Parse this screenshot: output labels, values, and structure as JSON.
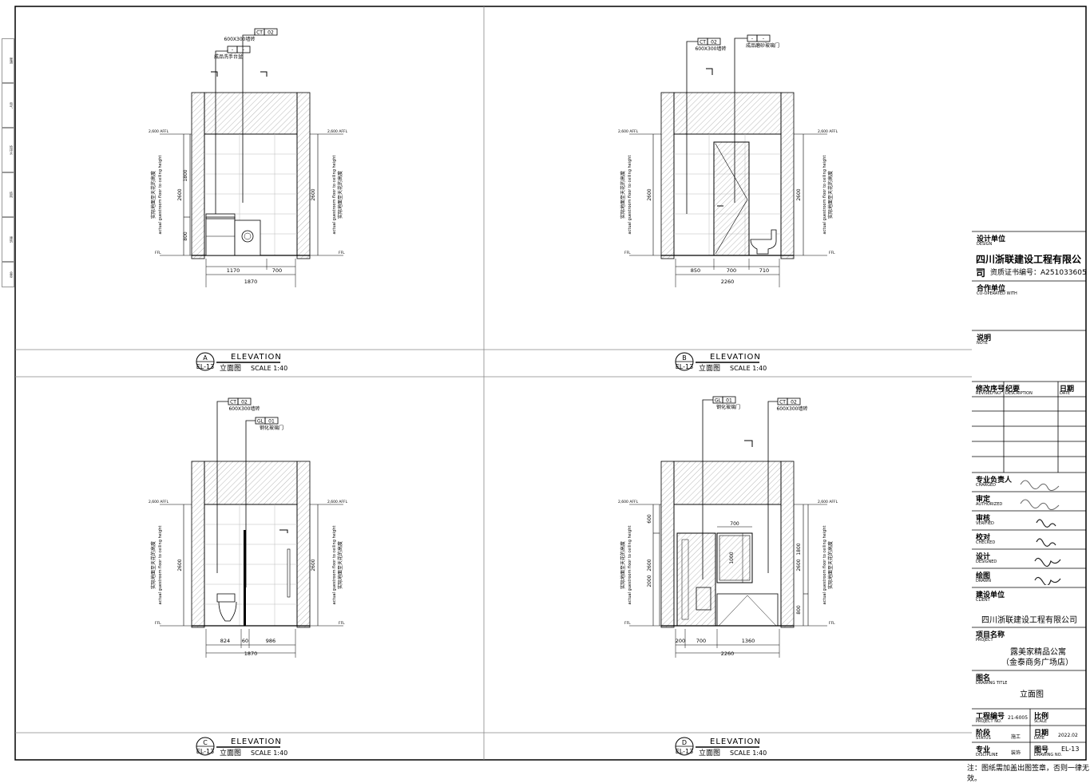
{
  "views": [
    {
      "id": "A",
      "code": "EL-13",
      "title_en": "ELEVATION",
      "title_cn": "立面图",
      "scale": "SCALE 1:40",
      "tags": [
        {
          "code": "CT",
          "num": "02",
          "note": "600X300墙砖"
        },
        {
          "code": "-",
          "num": "-",
          "note": "成品洗手台盆"
        }
      ],
      "level_left": "2,600 AFFL",
      "level_right": "2,600 AFFL",
      "ffl": "FFL",
      "height_text_cn": "实际地面至天花的高度",
      "height_text_en": "actual guestroom floor to ceiling height",
      "dims_h": [
        "1170",
        "700"
      ],
      "dim_total": "1870",
      "dims_v_left": [
        "1800",
        "800"
      ],
      "dim_v_total": "2600",
      "dim_v_right": "2600"
    },
    {
      "id": "B",
      "code": "EL-13",
      "title_en": "ELEVATION",
      "title_cn": "立面图",
      "scale": "SCALE 1:40",
      "tags": [
        {
          "code": "CT",
          "num": "02",
          "note": "600X300墙砖"
        },
        {
          "code": "-",
          "num": "-",
          "note": "成品磨砂玻璃门"
        }
      ],
      "level_left": "2,600 AFFL",
      "level_right": "2,600 AFFL",
      "ffl": "FFL",
      "height_text_cn": "实际地面至天花的高度",
      "height_text_en": "actual guestroom floor to ceiling height",
      "dims_h": [
        "850",
        "700",
        "710"
      ],
      "dim_total": "2260",
      "dim_v_total": "2600",
      "dim_v_right": "2600"
    },
    {
      "id": "C",
      "code": "EL-13",
      "title_en": "ELEVATION",
      "title_cn": "立面图",
      "scale": "SCALE 1:40",
      "tags": [
        {
          "code": "CT",
          "num": "02",
          "note": "600X300墙砖"
        },
        {
          "code": "GL",
          "num": "01",
          "note": "钢化玻璃门"
        }
      ],
      "level_left": "2,600 AFFL",
      "level_right": "2,600 AFFL",
      "ffl": "FFL",
      "height_text_cn": "实际地面至天花的高度",
      "height_text_en": "actual guestroom floor to ceiling height",
      "dims_h": [
        "824",
        "60",
        "986"
      ],
      "dim_total": "1870",
      "dim_v_total": "2600",
      "dim_v_right": "2600"
    },
    {
      "id": "D",
      "code": "EL-13",
      "title_en": "ELEVATION",
      "title_cn": "立面图",
      "scale": "SCALE 1:40",
      "tags": [
        {
          "code": "GL",
          "num": "01",
          "note": "钢化玻璃门"
        },
        {
          "code": "CT",
          "num": "02",
          "note": "600X300墙砖"
        }
      ],
      "level_left": "2,600 AFFL",
      "level_right": "2,600 AFFL",
      "ffl": "FFL",
      "height_text_cn": "实际地面至天花的高度",
      "height_text_en": "actual guestroom floor to ceiling height",
      "dims_h": [
        "200",
        "700",
        "1360"
      ],
      "dim_total": "2260",
      "dims_v_left": [
        "600",
        "2000"
      ],
      "dim_v_total": "2600",
      "dims_v_right": [
        "1800",
        "800"
      ],
      "dim_v_right": "2600",
      "mirror_w": "700",
      "mirror_h": "1000"
    }
  ],
  "title_block": {
    "design_cn": "设计单位",
    "design_en": "DESIGN",
    "company": "四川浙联建设工程有限公司",
    "cert": "资质证书编号：A251033605",
    "coop_cn": "合作单位",
    "coop_en": "CO-OPERATED WITH",
    "note_cn": "说明",
    "note_en": "NOTE",
    "rev_cn": "修改序号",
    "rev_en": "REVISED NO.",
    "desc_cn": "纪要",
    "desc_en": "DESCRIPTION",
    "date_cn": "日期",
    "date_en": "DATE",
    "charged_cn": "专业负责人",
    "charged_en": "CHARGED",
    "authorized_cn": "审定",
    "authorized_en": "AUTHORIZED",
    "verified_cn": "审核",
    "verified_en": "VERIFIED",
    "checked_cn": "校对",
    "checked_en": "CHECKED",
    "designed_cn": "设计",
    "designed_en": "DESIGNED",
    "drawn_cn": "绘图",
    "drawn_en": "DRAWN",
    "client_cn": "建设单位",
    "client_en": "CLIENT",
    "client": "四川浙联建设工程有限公司",
    "project_cn": "项目名称",
    "project_en": "PROJECT",
    "project_1": "露美家精品公寓",
    "project_2": "（金泰商务广场店）",
    "dtitle_cn": "图名",
    "dtitle_en": "DRAWING TITLE",
    "dtitle": "立面图",
    "pno_cn": "工程编号",
    "pno_en": "PROJECT NO.",
    "pno": "21-6005",
    "scale_cn": "比例",
    "scale_en": "SCALE",
    "status_cn": "阶段",
    "status_en": "STATUS",
    "status": "施工",
    "tdate_cn": "日期",
    "tdate_en": "DATE",
    "tdate": "2022.02",
    "disc_cn": "专业",
    "disc_en": "DISCIPLINE",
    "disc": "装饰",
    "dno_cn": "图号",
    "dno_en": "DRAWING NO.",
    "dno": "EL-13"
  },
  "footer_note": "注：图纸需加盖出图签章，否则一律无效。",
  "left_strip": [
    "暖通",
    "电气",
    "给排水",
    "结构",
    "建筑",
    "会签"
  ]
}
